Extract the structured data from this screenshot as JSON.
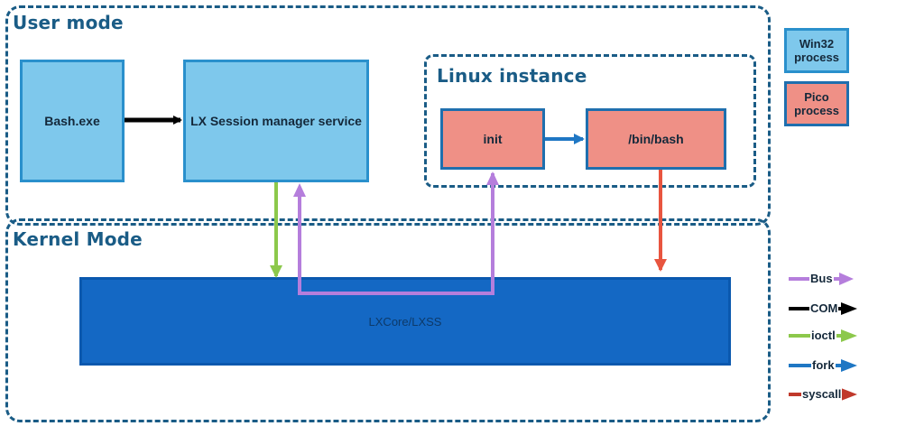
{
  "zones": {
    "user_mode": "User mode",
    "linux_instance": "Linux instance",
    "kernel_mode": "Kernel Mode"
  },
  "boxes": {
    "bash_exe": "Bash.exe",
    "lx_session_manager": "LX Session manager service",
    "init": "init",
    "bin_bash": "/bin/bash",
    "lxcore": "LXCore/LXSS"
  },
  "process_legend": {
    "win32": "Win32 process",
    "pico": "Pico process"
  },
  "arrow_legend": [
    {
      "label": "Bus",
      "color": "#b57edc"
    },
    {
      "label": "COM",
      "color": "#000000"
    },
    {
      "label": "ioctl",
      "color": "#8cc84b"
    },
    {
      "label": "fork",
      "color": "#1f77c4"
    },
    {
      "label": "syscall",
      "color": "#c0392b"
    }
  ],
  "colors": {
    "win32_fill": "#7ec8ec",
    "pico_fill": "#ef9086",
    "kernel_fill": "#1468c4",
    "dashed_border": "#1a5c86",
    "syscall_arrow": "#e8553f"
  }
}
